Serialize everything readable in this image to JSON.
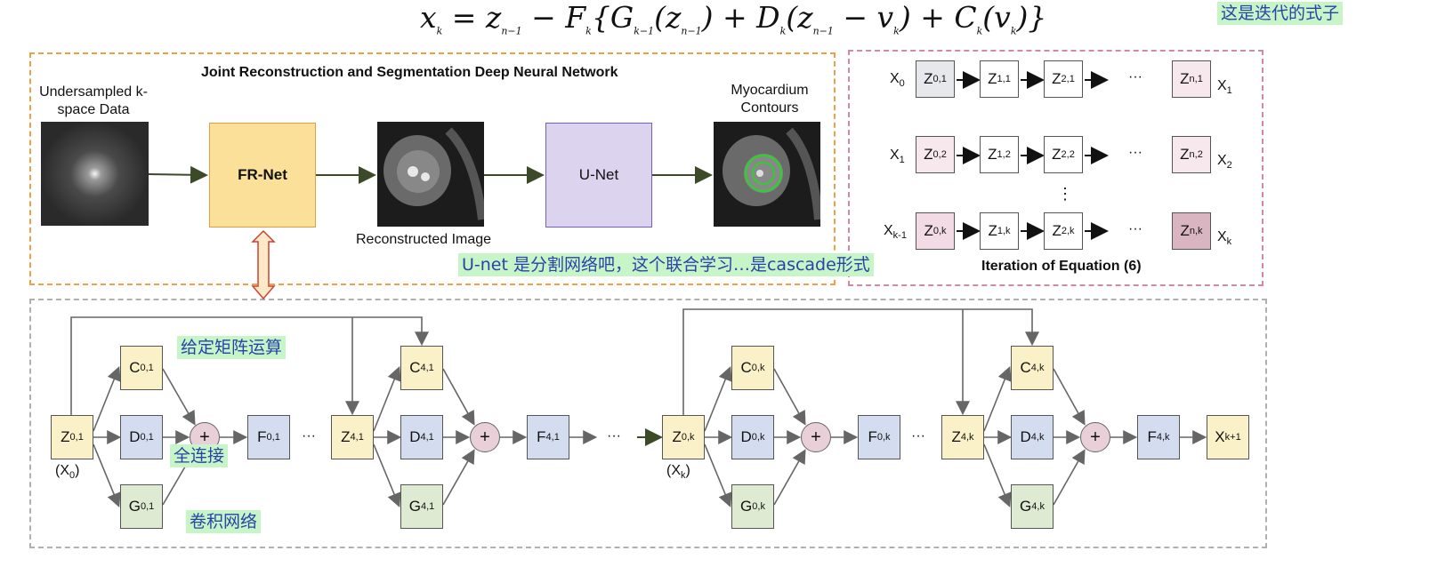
{
  "formula": "x_k = z_{n-1} − F_k{ G_{k-1}(z_{n-1}) + D_k(z_{n-1} − v_k) + C_k(v_k) }",
  "notes": {
    "formula_note": "这是迭代的式子",
    "unet_note": "U-net 是分割网络吧，这个联合学习…是cascade形式",
    "matrix_note": "给定矩阵运算",
    "fc_note": "全连接",
    "conv_note": "卷积网络"
  },
  "panel_top": {
    "title": "Joint Reconstruction and Segmentation Deep Neural Network",
    "input_label": "Undersampled k-space Data",
    "frnet": "FR-Net",
    "recon_label": "Reconstructed Image",
    "unet": "U-Net",
    "output_label": "Myocardium Contours"
  },
  "panel_iter": {
    "caption": "Iteration of Equation (6)",
    "ellipsis": "···",
    "vdots": "⋮"
  },
  "bottom": {
    "x0_label": "(X0)",
    "xk_label": "(Xk)",
    "ellipsis": "···"
  },
  "colors": {
    "orange_dash": "#f0a040",
    "pink_dash": "#d08aa8",
    "gray_dash": "#b0b0b0",
    "frnet_fill": "#fbe09a",
    "unet_fill": "#dcd3ee",
    "note_bg": "#c8f5c8",
    "note_text": "#2744a8"
  }
}
